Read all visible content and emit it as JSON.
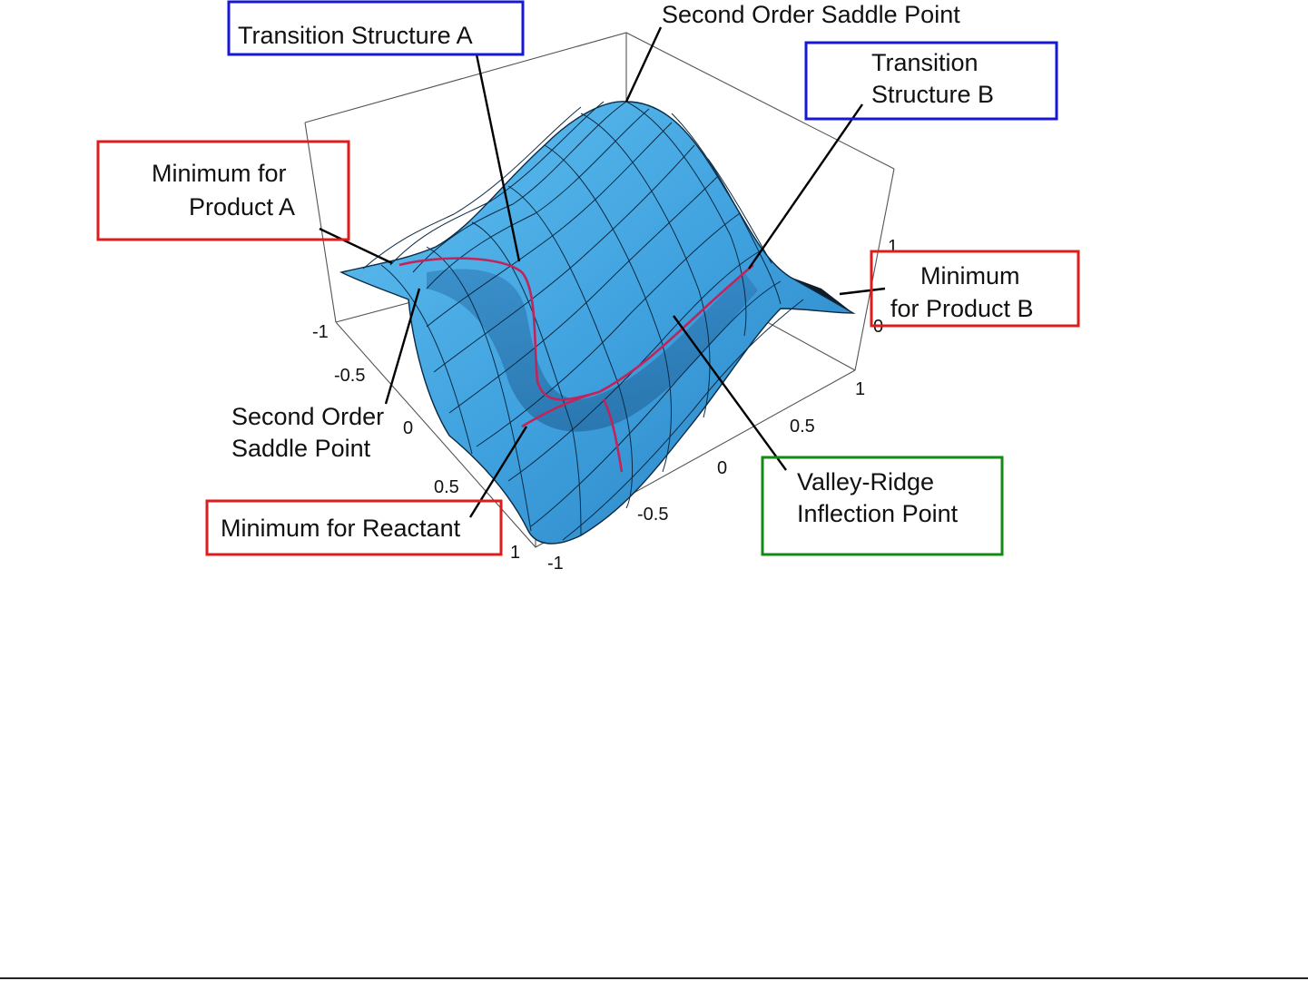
{
  "colors": {
    "minimum_box": "#e01b1b",
    "transition_box": "#1717d6",
    "inflection_box": "#138a13",
    "surface_light": "#4fb3ea",
    "surface_dark": "#1f5f96",
    "reaction_path": "#c0245a"
  },
  "labels": {
    "transition_a": [
      "Transition Structure A"
    ],
    "second_order_top": [
      "Second Order Saddle Point"
    ],
    "transition_b": [
      "Transition",
      "Structure B"
    ],
    "min_product_a": [
      "Minimum for",
      "Product A"
    ],
    "min_product_b": [
      "Minimum",
      "for Product B"
    ],
    "second_order_left": [
      "Second Order",
      "Saddle Point"
    ],
    "min_reactant": [
      "Minimum for Reactant"
    ],
    "valley_ridge": [
      "Valley-Ridge",
      "Inflection Point"
    ]
  },
  "axes": {
    "left_ticks": [
      "-1",
      "-0.5",
      "0",
      "0.5",
      "1"
    ],
    "front_ticks": [
      "-1",
      "-0.5",
      "0",
      "0.5",
      "1"
    ],
    "vertical_ticks": [
      "1",
      "0"
    ]
  }
}
